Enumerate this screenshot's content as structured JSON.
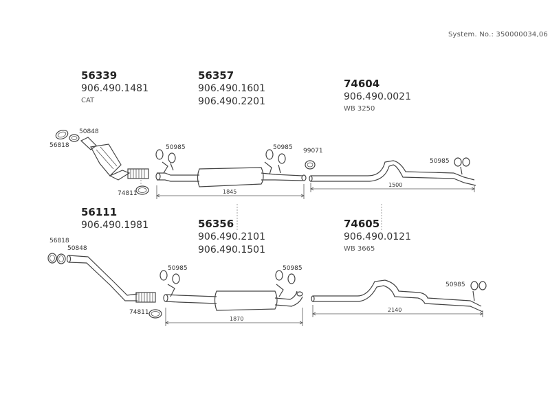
{
  "header": {
    "system_no": "System. No.: 350000034,06"
  },
  "groups": {
    "g56339": {
      "code": "56339",
      "part_no": "906.490.1481",
      "note": "CAT"
    },
    "g56357": {
      "code": "56357",
      "part_no_1": "906.490.1601",
      "part_no_2": "906.490.2201"
    },
    "g74604": {
      "code": "74604",
      "part_no": "906.490.0021",
      "note": "WB 3250"
    },
    "g56111": {
      "code": "56111",
      "part_no": "906.490.1981"
    },
    "g56356": {
      "code": "56356",
      "part_no_1": "906.490.2101",
      "part_no_2": "906.490.1501"
    },
    "g74605": {
      "code": "74605",
      "part_no": "906.490.0121",
      "note": "WB 3665"
    }
  },
  "callouts": {
    "r1_clamp_top": "50848",
    "r1_gasket": "56818",
    "r1_hanger_a": "50985",
    "r1_hanger_b": "50985",
    "r1_ring": "99071",
    "r1_hanger_c": "50985",
    "r1_clamp_bottom": "74811",
    "r2_gasket": "56818",
    "r2_clamp_top": "50848",
    "r2_hanger_a": "50985",
    "r2_hanger_b": "50985",
    "r2_hanger_c": "50985",
    "r2_clamp_bottom": "74811"
  },
  "dimensions": {
    "r1_mid": "1845",
    "r1_tail": "1500",
    "r2_mid": "1870",
    "r2_tail": "2140"
  }
}
